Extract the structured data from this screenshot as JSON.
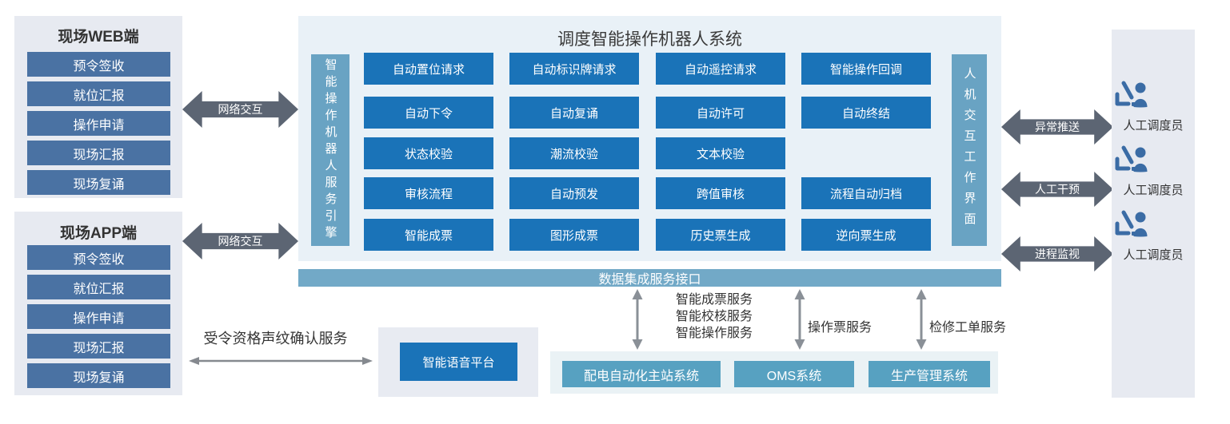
{
  "left_panels": [
    {
      "title": "现场WEB端",
      "items": [
        "预令签收",
        "就位汇报",
        "操作申请",
        "现场汇报",
        "现场复诵"
      ]
    },
    {
      "title": "现场APP端",
      "items": [
        "预令签收",
        "就位汇报",
        "操作申请",
        "现场汇报",
        "现场复诵"
      ]
    }
  ],
  "network_arrows": [
    {
      "label": "网络交互"
    },
    {
      "label": "网络交互"
    }
  ],
  "center": {
    "title": "调度智能操作机器人系统",
    "left_bar": "智能操作机器人服务引擎",
    "right_bar": "人机交互工作界面",
    "rows": [
      [
        "自动置位请求",
        "自动标识牌请求",
        "自动遥控请求",
        "智能操作回调"
      ],
      [
        "自动下令",
        "自动复诵",
        "自动许可",
        "自动终结"
      ],
      [
        "状态校验",
        "潮流校验",
        "文本校验"
      ],
      [
        "审核流程",
        "自动预发",
        "跨值审核",
        "流程自动归档"
      ],
      [
        "智能成票",
        "图形成票",
        "历史票生成",
        "逆向票生成"
      ]
    ]
  },
  "data_bus": {
    "label": "数据集成服务接口"
  },
  "service_links": {
    "group1_lines": [
      "智能成票服务",
      "智能校核服务",
      "智能操作服务"
    ],
    "group2": "操作票服务",
    "group3": "检修工单服务"
  },
  "voice": {
    "link_label": "受令资格声纹确认服务",
    "platform": "智能语音平台"
  },
  "bottom_systems": [
    "配电自动化主站系统",
    "OMS系统",
    "生产管理系统"
  ],
  "right_arrows": [
    {
      "label": "异常推送"
    },
    {
      "label": "人工干预"
    },
    {
      "label": "进程监视"
    }
  ],
  "dispatchers": [
    {
      "label": "人工调度员"
    },
    {
      "label": "人工调度员"
    },
    {
      "label": "人工调度员"
    }
  ],
  "colors": {
    "panel_bg": "#e7eaf1",
    "center_bg": "#e9f1f7",
    "item_blue": "#4a72a3",
    "grid_blue": "#1a73b8",
    "bar_teal": "#69a3c3",
    "bus_teal": "#72a9c7",
    "system_teal": "#57a1c1",
    "arrow_dark": "#5c6573",
    "thin_arrow_gray": "#85898f",
    "icon_blue": "#3b6ca5",
    "text_dark": "#333333"
  }
}
